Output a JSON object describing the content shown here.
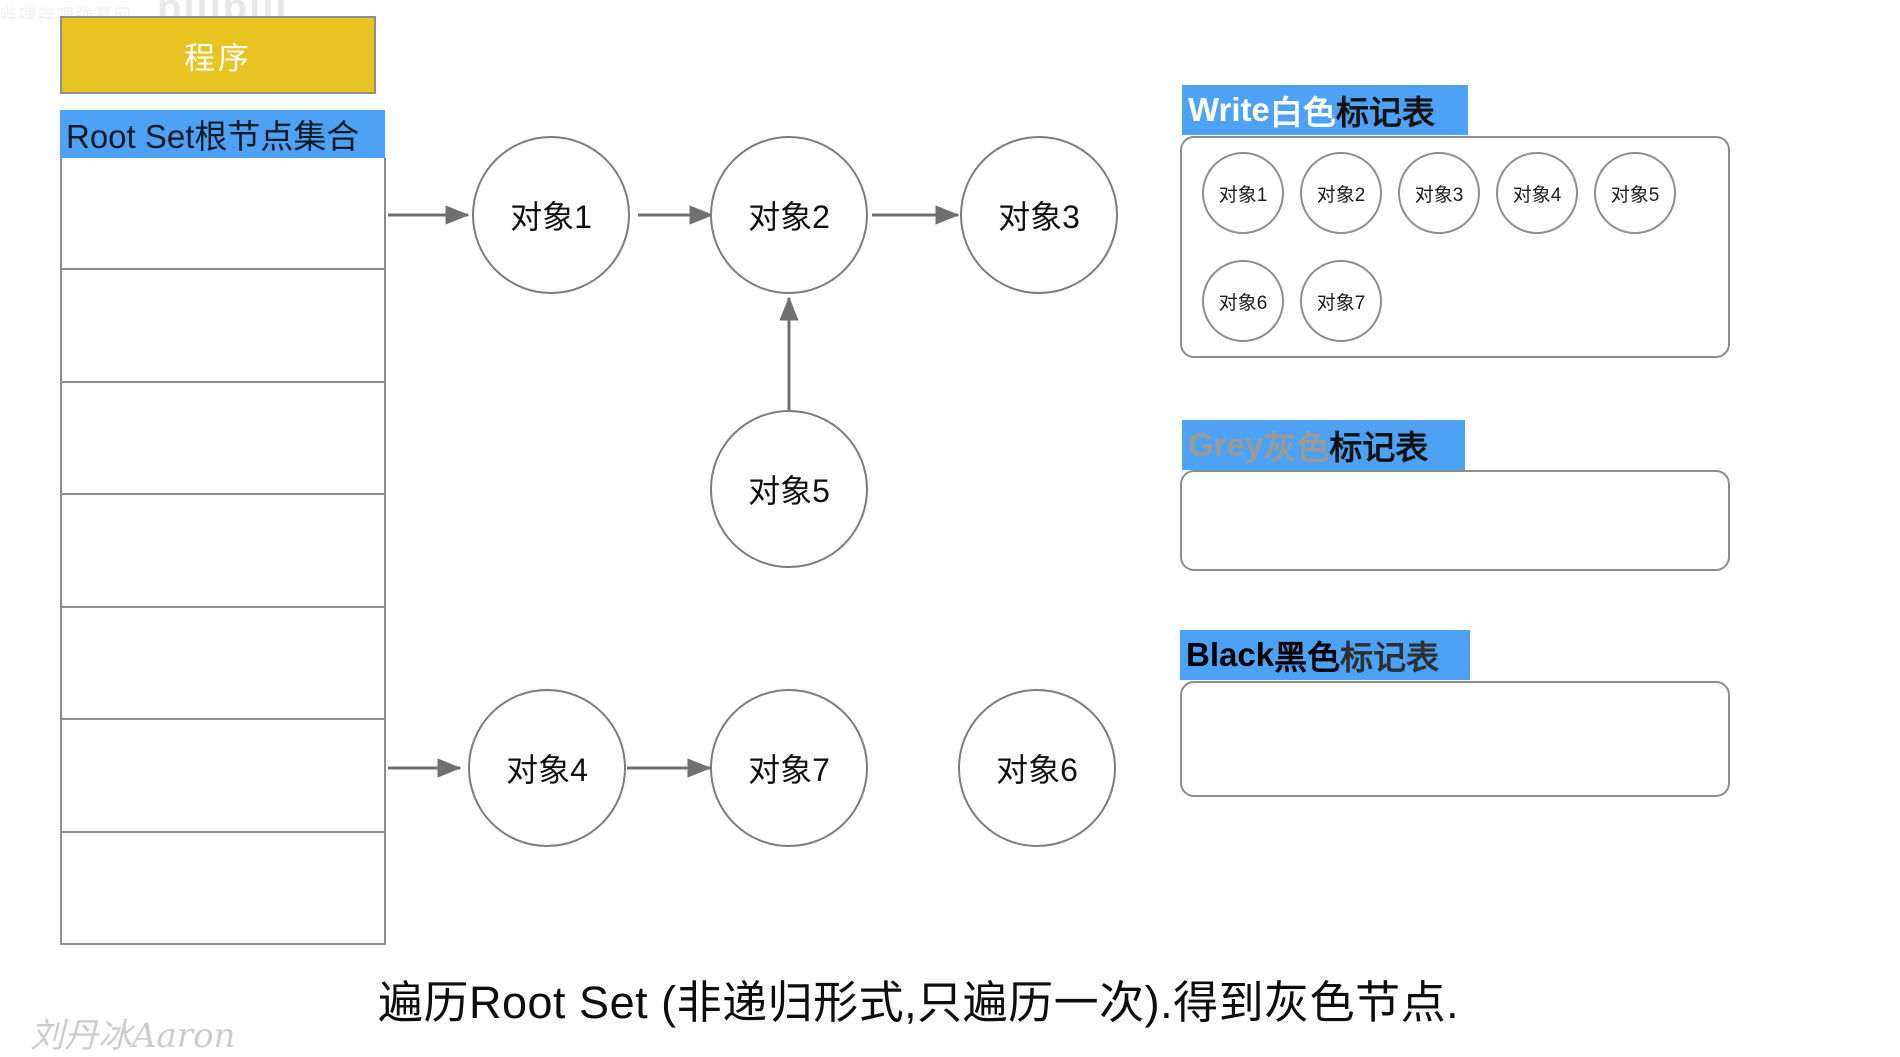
{
  "watermark": {
    "top_brand": "bilibili",
    "top_small": "哔哩哔哩弹幕网",
    "bottom": "刘丹冰Aaron"
  },
  "left_panel": {
    "program_label": "程序",
    "rootset_header": "Root Set根节点集合",
    "rows": [
      "",
      "",
      "",
      "",
      "",
      "",
      ""
    ]
  },
  "graph": {
    "nodes": [
      {
        "id": "obj1",
        "label": "对象1"
      },
      {
        "id": "obj2",
        "label": "对象2"
      },
      {
        "id": "obj3",
        "label": "对象3"
      },
      {
        "id": "obj5",
        "label": "对象5"
      },
      {
        "id": "obj4",
        "label": "对象4"
      },
      {
        "id": "obj7",
        "label": "对象7"
      },
      {
        "id": "obj6",
        "label": "对象6"
      }
    ],
    "edges": [
      {
        "from": "root-set",
        "to": "obj1"
      },
      {
        "from": "obj1",
        "to": "obj2"
      },
      {
        "from": "obj2",
        "to": "obj3"
      },
      {
        "from": "obj5",
        "to": "obj2"
      },
      {
        "from": "root-set",
        "to": "obj4"
      },
      {
        "from": "obj4",
        "to": "obj7"
      }
    ]
  },
  "mark_tables": [
    {
      "id": "white",
      "title_en": "Write ",
      "title_color_cn": "白色",
      "title_suffix": "标记表",
      "en_color": "#ffffff",
      "cn_color": "#ffffff",
      "suffix_color": "#111111",
      "items_row1": [
        "对象1",
        "对象2",
        "对象3",
        "对象4",
        "对象5"
      ],
      "items_row2": [
        "对象6",
        "对象7"
      ]
    },
    {
      "id": "grey",
      "title_en": "Grey ",
      "title_color_cn": "灰色",
      "title_suffix": "标记表",
      "en_color": "#9c9a93",
      "cn_color": "#9c9a93",
      "suffix_color": "#111111",
      "items_row1": [],
      "items_row2": []
    },
    {
      "id": "black",
      "title_en": "Black ",
      "title_color_cn": "黑色",
      "title_suffix": "标记表",
      "en_color": "#000000",
      "cn_color": "#000000",
      "suffix_color": "#2f2f2f",
      "items_row1": [],
      "items_row2": []
    }
  ],
  "caption": "遍历Root Set (非递归形式,只遍历一次).得到灰色节点.",
  "colors": {
    "program_yellow": "#e8c423",
    "header_blue": "#4da2f5",
    "node_stroke": "#7c7c7c",
    "box_stroke": "#8d8d8d"
  }
}
